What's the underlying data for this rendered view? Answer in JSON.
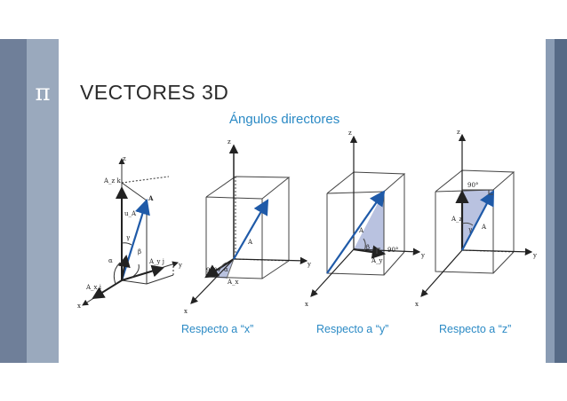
{
  "header": {
    "icon": "pi-symbol",
    "pi_glyph": "π",
    "title": "VECTORES 3D"
  },
  "subtitle": "Ángulos directores",
  "figures": [
    {
      "labels": {
        "z": "z",
        "y": "y",
        "x": "x",
        "A": "A",
        "Az": "A_z k",
        "Ay": "A_y j",
        "Ax": "A_x i",
        "uA": "u_A",
        "alpha": "α",
        "beta": "β",
        "gamma": "γ"
      }
    },
    {
      "caption": "Respecto a “x”",
      "labels": {
        "z": "z",
        "y": "y",
        "x": "x",
        "A": "A",
        "Ax": "A_x",
        "angle": "90°",
        "alpha": "α"
      }
    },
    {
      "caption": "Respecto a “y”",
      "labels": {
        "z": "z",
        "y": "y",
        "x": "x",
        "A": "A",
        "Ay": "A_y",
        "angle": "90°",
        "beta": "β"
      }
    },
    {
      "caption": "Respecto a “z”",
      "labels": {
        "z": "z",
        "y": "y",
        "x": "x",
        "A": "A",
        "Az": "A_z",
        "angle": "90°",
        "gamma": "γ"
      }
    }
  ],
  "colors": {
    "vector": "#1f5aa8",
    "shade": "#b9c2e0",
    "accent": "#2b8ac5"
  }
}
